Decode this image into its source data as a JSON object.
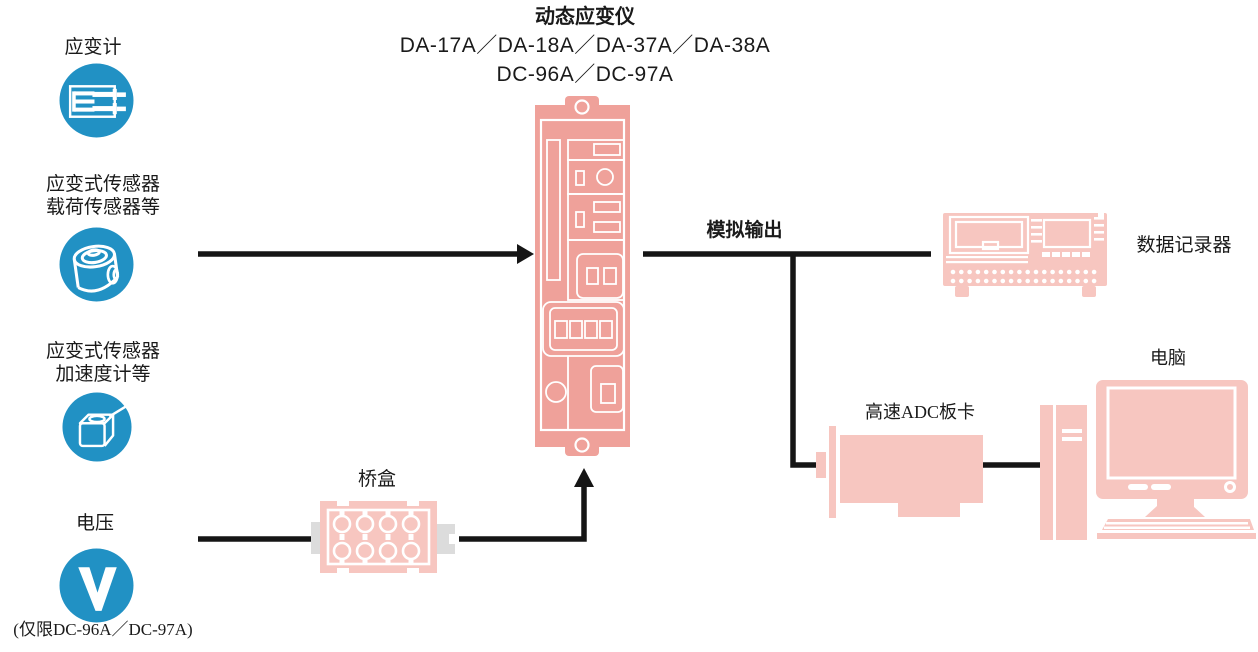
{
  "title": {
    "main": "动态应变仪",
    "models1": "DA-17A／DA-18A／DA-37A／DA-38A",
    "models2": "DC-96A／DC-97A"
  },
  "inputs": {
    "strain_gauge": {
      "label": "应变计",
      "icon": "strain-gauge-icon"
    },
    "load_cell": {
      "label": "应变式传感器\n载荷传感器等",
      "icon": "load-cell-icon"
    },
    "accelerometer": {
      "label": "应变式传感器\n加速度计等",
      "icon": "accelerometer-icon"
    },
    "voltage": {
      "label": "电压",
      "note": "(仅限DC-96A／DC-97A)",
      "icon": "voltage-icon"
    }
  },
  "bridge_box": {
    "label": "桥盒"
  },
  "analog_output": {
    "label": "模拟输出"
  },
  "devices": {
    "amplifier": {
      "icon": "amplifier-module-icon"
    },
    "data_recorder": {
      "label": "数据记录器",
      "icon": "data-recorder-icon"
    },
    "adc_board": {
      "label": "高速ADC板卡",
      "icon": "adc-board-icon"
    },
    "computer": {
      "label": "电脑",
      "icon": "desktop-computer-icon"
    }
  },
  "colors": {
    "sensor_blue": "#2191C4",
    "amplifier_pink": "#EFA19A",
    "device_pink": "#F7C6C0",
    "line_black": "#151515",
    "connector_gray": "#DCDCDC"
  }
}
